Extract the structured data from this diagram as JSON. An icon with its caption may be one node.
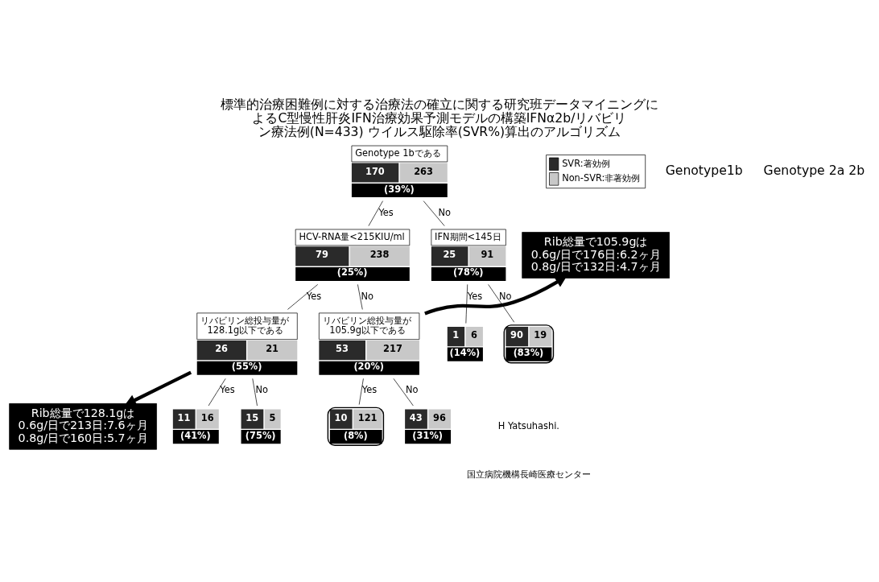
{
  "diagram": {
    "title": "標準的治療困難例に対する治療法の確立に関する研究班データマイニングによるC型慢性肝炎IFN治療効果予測モデルの構築IFNα2b/リバビリン療法例(N=433) ウイルス駆除率(SVR%)算出のアルゴリズム",
    "nodes": [
      {
        "text": [
          "Genotype 1bである",
          "170",
          "263",
          "(39%)"
        ]
      },
      {
        "text": [
          "HCV-RNA量<215KIU/ml",
          "79",
          "238",
          "(25%)"
        ]
      },
      {
        "text": [
          "IFN期間<145日",
          "25",
          "91",
          "(78%)"
        ]
      },
      {
        "text": [
          "リバビリン総投与量が 128.1g以下である",
          "26",
          "21",
          "(55%)"
        ]
      },
      {
        "text": [
          "リバビリン総投与量が 105.9g以下である",
          "53",
          "217",
          "(20%)"
        ]
      },
      {
        "text": [
          "11",
          "16",
          "(41%)"
        ]
      },
      {
        "text": [
          "15",
          "5",
          "(75%)"
        ]
      },
      {
        "text": [
          "10",
          "121",
          "(8%)"
        ]
      },
      {
        "text": [
          "43",
          "96",
          "(31%)"
        ]
      },
      {
        "text": [
          "1",
          "6",
          "(14%)"
        ]
      },
      {
        "text": [
          "90",
          "19",
          "(83%)"
        ]
      },
      {
        "text": [
          "Rib総量で105.9gは 0.6g/日で176日:6.2ヶ月 0.8g/日で132日:4.7ヶ月"
        ]
      },
      {
        "text": [
          "Rib総量で128.1gは 0.6g/日で213日:7.6ヶ月 0.8g/日で160日:5.7ヶ月"
        ]
      }
    ],
    "edges": [
      {
        "from": 0,
        "to": 1,
        "arrow": "none",
        "label": "Yes"
      },
      {
        "from": 0,
        "to": 2,
        "arrow": "none",
        "label": "No"
      },
      {
        "from": 1,
        "to": 3,
        "arrow": "none",
        "label": "Yes"
      },
      {
        "from": 1,
        "to": 4,
        "arrow": "none",
        "label": "No"
      },
      {
        "from": 3,
        "to": 5,
        "arrow": "none",
        "label": "Yes"
      },
      {
        "from": 3,
        "to": 6,
        "arrow": "none",
        "label": "No"
      },
      {
        "from": 4,
        "to": 7,
        "arrow": "none",
        "label": "Yes"
      },
      {
        "from": 4,
        "to": 8,
        "arrow": "none",
        "label": "No"
      },
      {
        "from": 2,
        "to": 9,
        "arrow": "none",
        "label": "Yes"
      },
      {
        "from": 2,
        "to": 10,
        "arrow": "none",
        "label": "No"
      },
      {
        "from": 4,
        "to": 11,
        "arrow": "to",
        "style": "thick"
      },
      {
        "from": 3,
        "to": 12,
        "arrow": "to",
        "style": "thick"
      }
    ],
    "labels": [
      "Genotype1b",
      "Genotype 2a 2b",
      "H Yatsuhashi.",
      "国立病院機構長崎医療センター"
    ],
    "legend": [
      {
        "text": "SVR:著効例",
        "color": "#2a2a2a"
      },
      {
        "text": "Non-SVR:非著効例",
        "color": "#c8c8c8"
      }
    ]
  }
}
